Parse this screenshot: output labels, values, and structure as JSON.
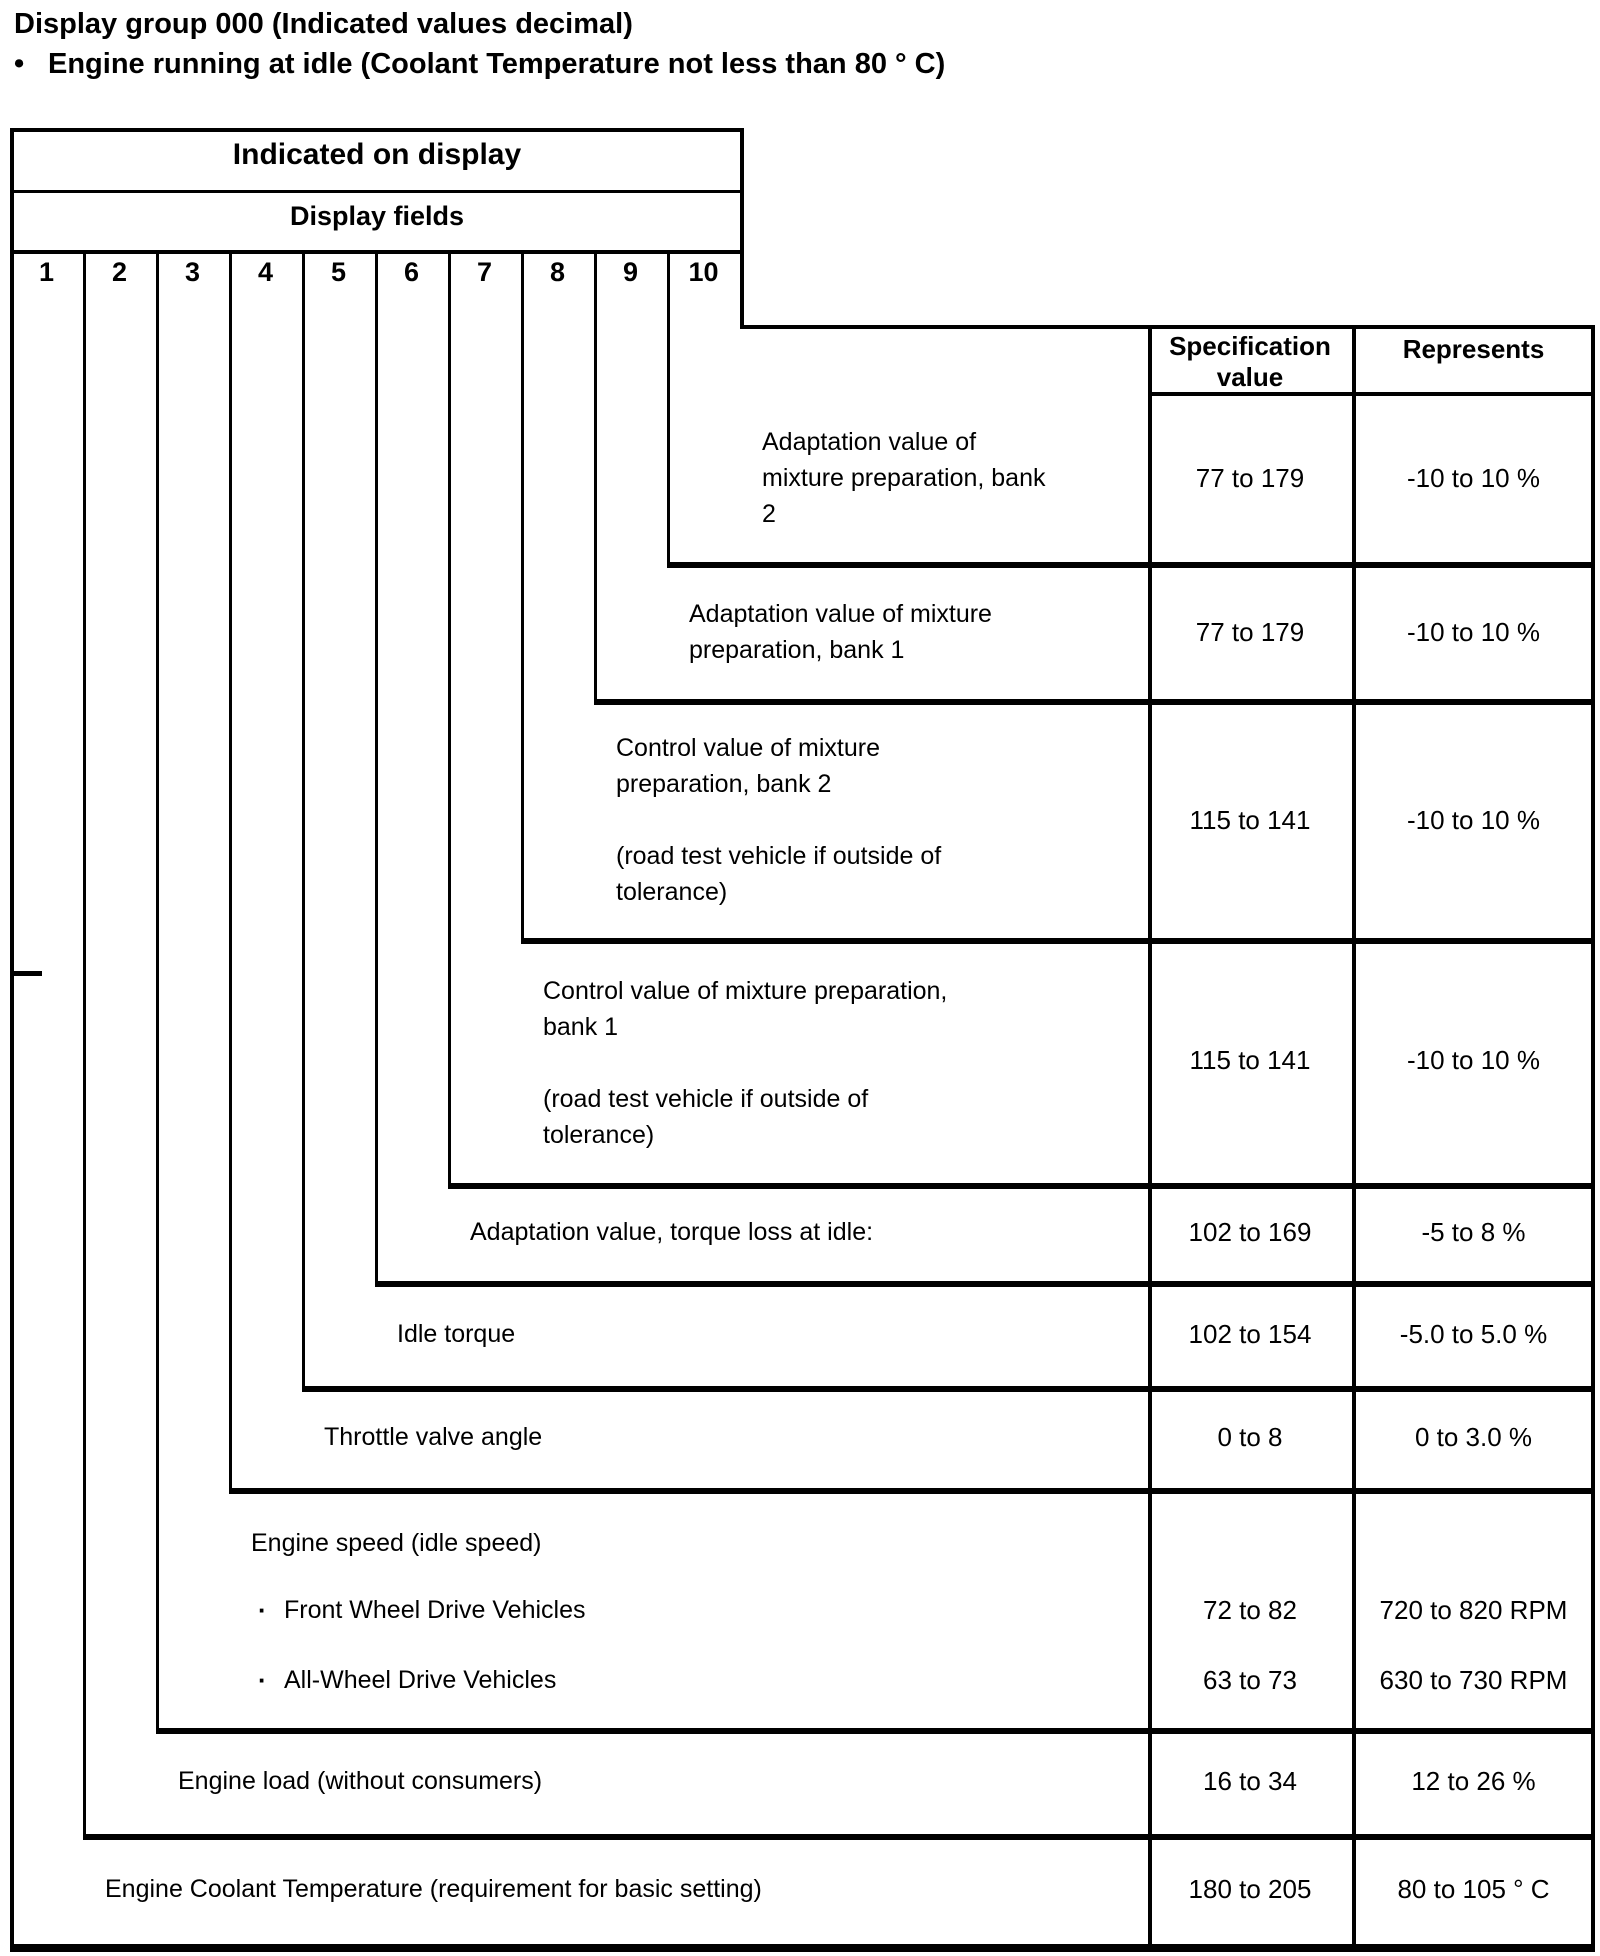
{
  "page": {
    "title": "Display group 000 (Indicated values decimal)",
    "title_bullet": "•",
    "subtitle": "Engine running at idle (Coolant Temperature not less than 80 ° C)",
    "item_bullet": "·"
  },
  "table": {
    "header": {
      "indicated": "Indicated on display",
      "display_fields": "Display fields",
      "field_numbers": [
        "1",
        "2",
        "3",
        "4",
        "5",
        "6",
        "7",
        "8",
        "9",
        "10"
      ],
      "spec_value": "Specification value",
      "represents": "Represents"
    },
    "rows": [
      {
        "field": "10",
        "label": "Adaptation value of\nmixture preparation, bank\n2",
        "spec": "77 to 179",
        "represents": "-10 to 10 %"
      },
      {
        "field": "9",
        "label": "Adaptation value of mixture\npreparation, bank 1",
        "spec": "77 to 179",
        "represents": "-10 to 10 %"
      },
      {
        "field": "8",
        "label": "Control value of mixture\npreparation, bank 2\n\n(road test vehicle if outside of\ntolerance)",
        "spec": "115 to 141",
        "represents": "-10 to 10 %"
      },
      {
        "field": "7",
        "label": "Control value of mixture preparation,\nbank 1\n\n(road test vehicle if outside of\ntolerance)",
        "spec": "115 to 141",
        "represents": "-10 to 10 %"
      },
      {
        "field": "6",
        "label": "Adaptation value, torque loss at idle:",
        "spec": "102 to 169",
        "represents": "-5 to 8 %"
      },
      {
        "field": "5",
        "label": "Idle torque",
        "spec": "102 to 154",
        "represents": "-5.0 to 5.0 %"
      },
      {
        "field": "4",
        "label": "Throttle valve angle",
        "spec": "0 to 8",
        "represents": "0 to 3.0 %"
      },
      {
        "field": "3",
        "label": "Engine speed (idle speed)",
        "sub_items": [
          {
            "label": "Front Wheel Drive Vehicles",
            "spec": "72 to 82",
            "represents": "720 to 820 RPM"
          },
          {
            "label": "All-Wheel Drive Vehicles",
            "spec": "63 to 73",
            "represents": "630 to 730 RPM"
          }
        ]
      },
      {
        "field": "2",
        "label": "Engine load (without consumers)",
        "spec": "16 to 34",
        "represents": "12 to 26 %"
      },
      {
        "field": "1",
        "label": "Engine Coolant Temperature (requirement for basic setting)",
        "spec": "180 to 205",
        "represents": "80 to 105 ° C"
      }
    ]
  }
}
